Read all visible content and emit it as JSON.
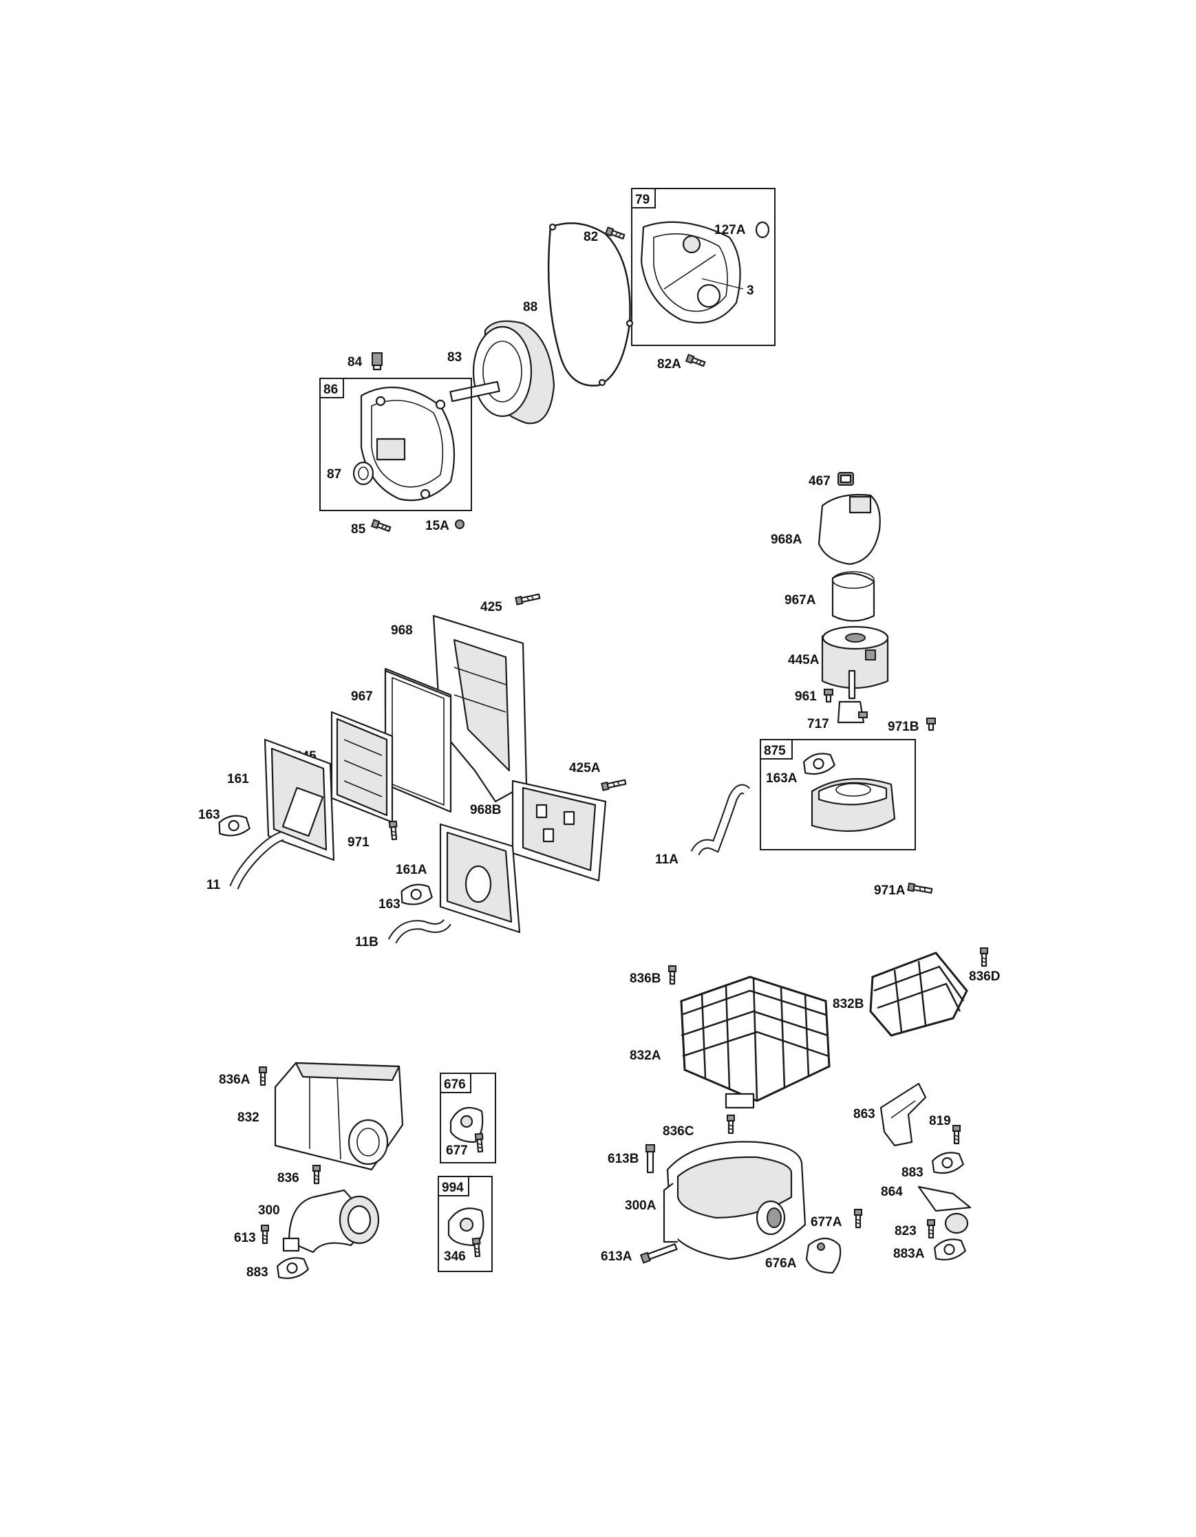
{
  "colors": {
    "ink": "#1a1a1a",
    "paper": "#ffffff",
    "shade": "#e6e6e6"
  },
  "group_boxes": {
    "g79": "79",
    "g86": "86",
    "g875": "875",
    "g676": "676",
    "g994": "994"
  },
  "labels": {
    "l127A": "127A",
    "l82": "82",
    "l3": "3",
    "l88": "88",
    "l82A": "82A",
    "l84": "84",
    "l83": "83",
    "l87": "87",
    "l85": "85",
    "l15A": "15A",
    "l467": "467",
    "l968A": "968A",
    "l967A": "967A",
    "l445A": "445A",
    "l961": "961",
    "l717": "717",
    "l971B": "971B",
    "l163A": "163A",
    "l11A": "11A",
    "l971A": "971A",
    "l425": "425",
    "l968": "968",
    "l967": "967",
    "l445": "445",
    "l161": "161",
    "l163": "163",
    "l971": "971",
    "l11": "11",
    "l968B": "968B",
    "l425A": "425A",
    "l161A": "161A",
    "l163b": "163",
    "l11B": "11B",
    "l836B": "836B",
    "l836D": "836D",
    "l832B": "832B",
    "l832A": "832A",
    "l863": "863",
    "l819": "819",
    "l836C": "836C",
    "l613B": "613B",
    "l300A": "300A",
    "l883b": "883",
    "l864": "864",
    "l677A": "677A",
    "l823": "823",
    "l883A": "883A",
    "l613A": "613A",
    "l676A": "676A",
    "l836A": "836A",
    "l832": "832",
    "l836": "836",
    "l300": "300",
    "l613": "613",
    "l883": "883",
    "l677": "677",
    "l346": "346"
  }
}
